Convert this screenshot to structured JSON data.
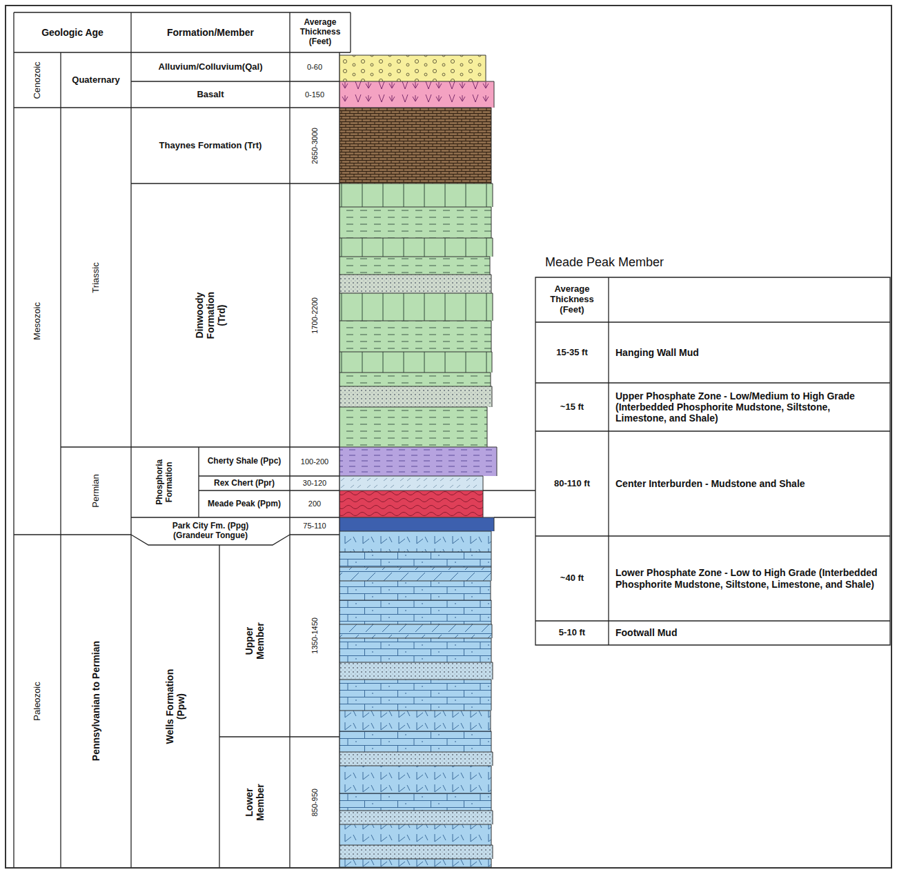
{
  "diagram": {
    "labels": [
      "Geologic Age",
      "Formation/Member",
      "Average Thickness (Feet)",
      "Cenozoic",
      "Quaternary",
      "Alluvium/Colluvium(Qal)",
      "0-60",
      "Basalt",
      "0-150",
      "Mesozoic",
      "Triassic",
      "Thaynes Formation (Trt)",
      "2650-3000",
      "Dinwoody Formation (Trd)",
      "1700-2200",
      "Permian",
      "Phosphoria Formation",
      "Cherty Shale (Ppc)",
      "100-200",
      "Rex Chert (Ppr)",
      "30-120",
      "Meade Peak (Ppm)",
      "200",
      "Park City Fm. (Ppg) (Grandeur Tongue)",
      "75-110",
      "Paleozoic",
      "Pennsylvanian to Permian",
      "Wells Formation (Ppw)",
      "Upper Member",
      "1350-1450",
      "Lower Member",
      "850-950",
      "Meade Peak Member",
      "Average Thickness (Feet)",
      "15-35 ft",
      "Hanging Wall Mud",
      "~15 ft",
      "Upper Phosphate Zone - Low/Medium to High Grade (Interbedded Phosphorite Mudstone, Siltstone, Limestone, and Shale)",
      "80-110 ft",
      "Center Interburden - Mudstone and Shale",
      "~40 ft",
      "Lower Phosphate Zone - Low to High Grade (Interbedded Phosphorite Mudstone, Siltstone, Limestone, and Shale)",
      "5-10 ft",
      "Footwall Mud"
    ]
  }
}
